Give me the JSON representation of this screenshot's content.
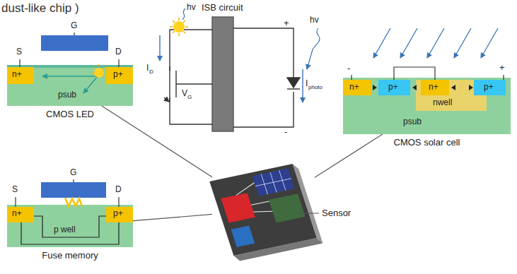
{
  "diagram": {
    "title": "dust-like chip )",
    "nodes": [
      {
        "text": [
          "CMOS LED"
        ]
      },
      {
        "text": [
          "Fuse memory"
        ]
      },
      {
        "text": [
          "CMOS solar cell"
        ]
      },
      {
        "text": [
          "Sensor"
        ]
      }
    ],
    "edges": [
      {
        "from": 0,
        "to": 3,
        "arrow": "none"
      },
      {
        "from": 1,
        "to": 3,
        "arrow": "none"
      },
      {
        "from": 2,
        "to": 3,
        "arrow": "none"
      }
    ],
    "labels": [
      "ISB circuit",
      "hv",
      "hv",
      "I",
      "D",
      "V",
      "G",
      "+",
      "-",
      "I",
      "photo",
      "S",
      "G",
      "D",
      "n+",
      "p+",
      "psub",
      "S",
      "G",
      "D",
      "n+",
      "p+",
      "p well",
      "-",
      "+",
      "n+",
      "p+",
      "n+",
      "p+",
      "nwell",
      "psub"
    ]
  }
}
